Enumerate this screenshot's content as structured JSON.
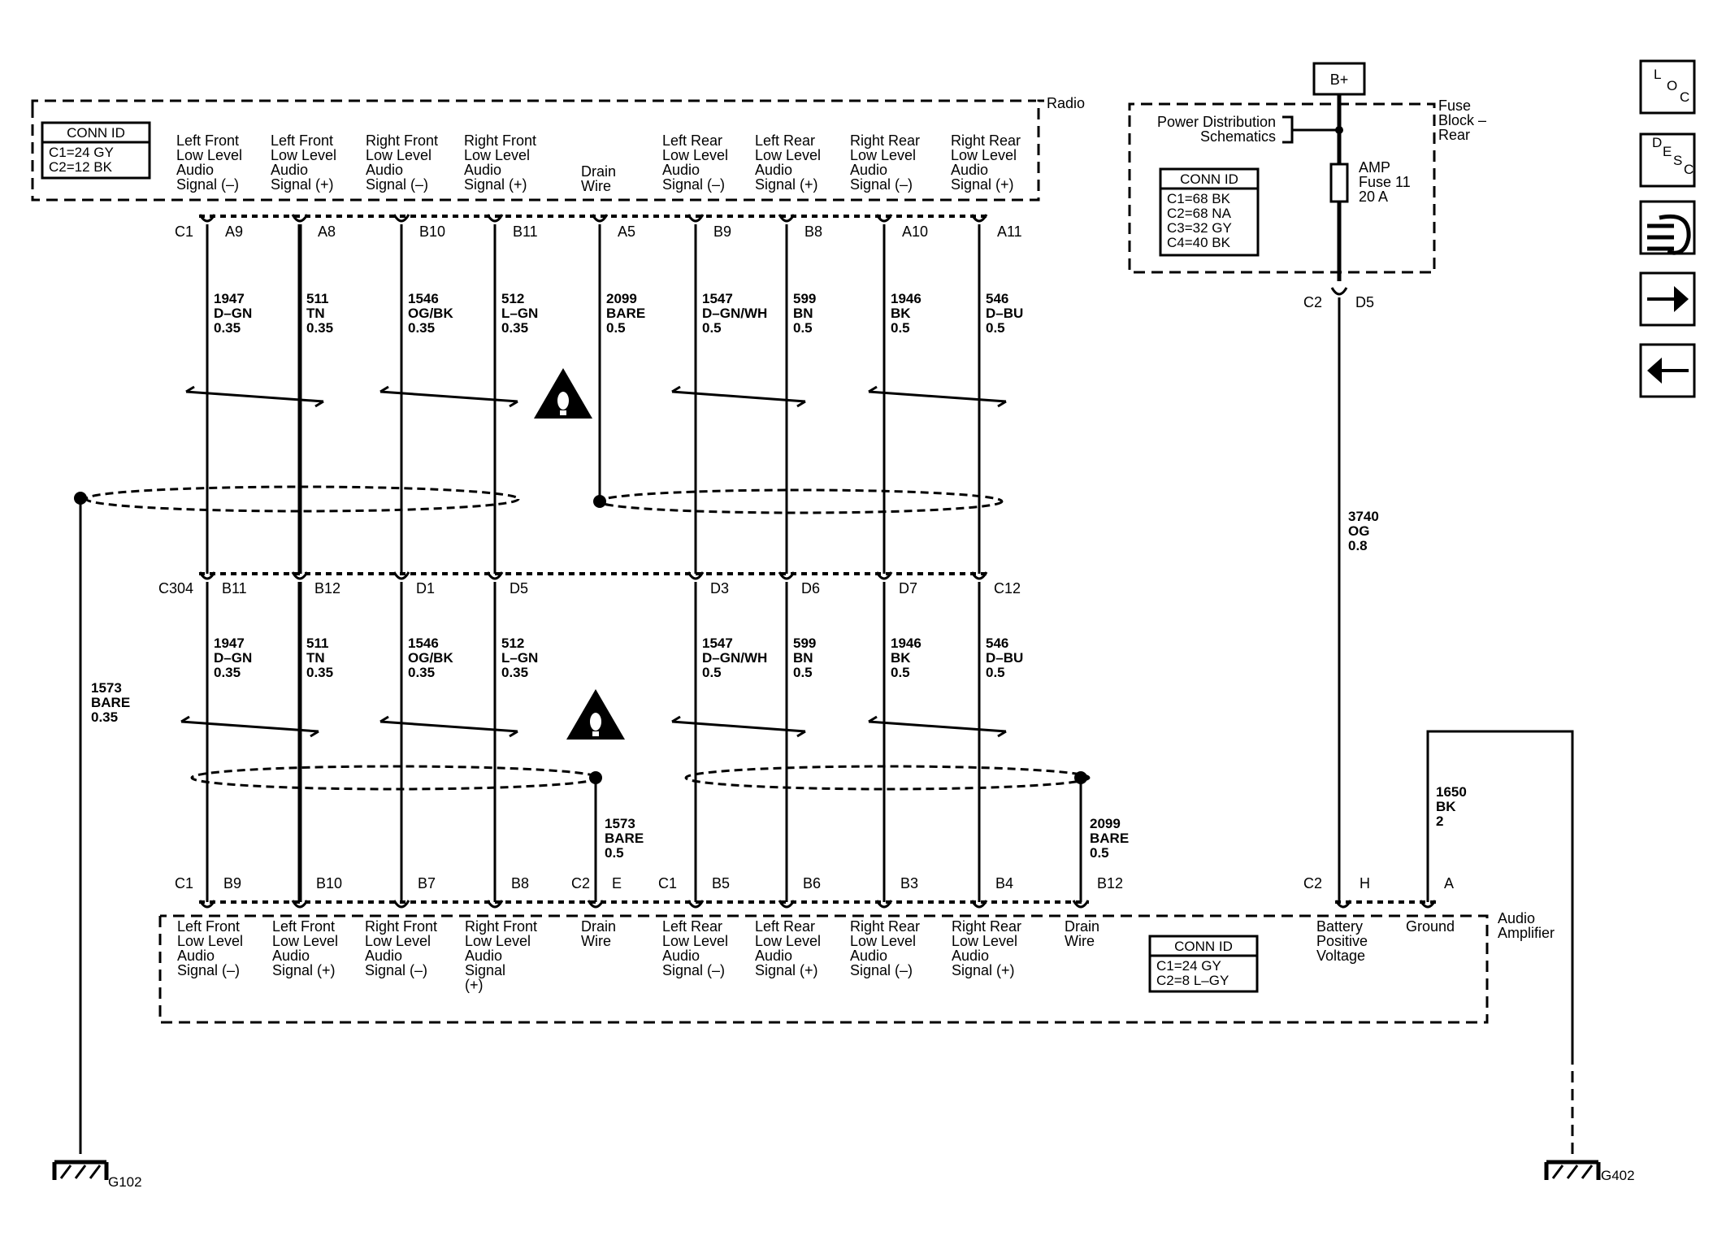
{
  "radio": {
    "title": "Radio",
    "conn_id": {
      "header": "CONN ID",
      "lines": [
        "C1=24 GY",
        "C2=12 BK"
      ]
    },
    "signals": [
      [
        "Left Front",
        "Low Level",
        "Audio",
        "Signal (–)"
      ],
      [
        "Left Front",
        "Low Level",
        "Audio",
        "Signal (+)"
      ],
      [
        "Right Front",
        "Low Level",
        "Audio",
        "Signal (–)"
      ],
      [
        "Right Front",
        "Low Level",
        "Audio",
        "Signal (+)"
      ],
      [
        "Drain",
        "Wire"
      ],
      [
        "Left Rear",
        "Low Level",
        "Audio",
        "Signal (–)"
      ],
      [
        "Left Rear",
        "Low Level",
        "Audio",
        "Signal (+)"
      ],
      [
        "Right Rear",
        "Low Level",
        "Audio",
        "Signal (–)"
      ],
      [
        "Right Rear",
        "Low Level",
        "Audio",
        "Signal (+)"
      ]
    ],
    "connector": "C1",
    "pins": [
      "A9",
      "A8",
      "B10",
      "B11",
      "A5",
      "B9",
      "B8",
      "A10",
      "A11"
    ]
  },
  "wires_upper": [
    [
      "1947",
      "D–GN",
      "0.35"
    ],
    [
      "511",
      "TN",
      "0.35"
    ],
    [
      "1546",
      "OG/BK",
      "0.35"
    ],
    [
      "512",
      "L–GN",
      "0.35"
    ],
    [
      "2099",
      "BARE",
      "0.5"
    ],
    [
      "1547",
      "D–GN/WH",
      "0.5"
    ],
    [
      "599",
      "BN",
      "0.5"
    ],
    [
      "1946",
      "BK",
      "0.5"
    ],
    [
      "546",
      "D–BU",
      "0.5"
    ]
  ],
  "inline_connector": {
    "name": "C304",
    "pins": [
      "B11",
      "B12",
      "D1",
      "D5",
      "D3",
      "D6",
      "D7",
      "C12"
    ]
  },
  "wires_lower": [
    [
      "1947",
      "D–GN",
      "0.35"
    ],
    [
      "511",
      "TN",
      "0.35"
    ],
    [
      "1546",
      "OG/BK",
      "0.35"
    ],
    [
      "512",
      "L–GN",
      "0.35"
    ],
    [
      "1547",
      "D–GN/WH",
      "0.5"
    ],
    [
      "599",
      "BN",
      "0.5"
    ],
    [
      "1946",
      "BK",
      "0.5"
    ],
    [
      "546",
      "D–BU",
      "0.5"
    ]
  ],
  "drain_wires": {
    "ground_left": [
      "1573",
      "BARE",
      "0.35"
    ],
    "amp_left": [
      "1573",
      "BARE",
      "0.5"
    ],
    "amp_right": [
      "2099",
      "BARE",
      "0.5"
    ]
  },
  "amplifier": {
    "title": [
      "Audio",
      "Amplifier"
    ],
    "conn_id": {
      "header": "CONN ID",
      "lines": [
        "C1=24 GY",
        "C2=8 L–GY"
      ]
    },
    "connectors": [
      "C1",
      "C2",
      "C1",
      "C2"
    ],
    "pins": [
      "B9",
      "B10",
      "B7",
      "B8",
      "E",
      "B5",
      "B6",
      "B3",
      "B4",
      "B12",
      "H",
      "A"
    ],
    "signals": [
      [
        "Left Front",
        "Low Level",
        "Audio",
        "Signal (–)"
      ],
      [
        "Left Front",
        "Low Level",
        "Audio",
        "Signal (+)"
      ],
      [
        "Right Front",
        "Low Level",
        "Audio",
        "Signal (–)"
      ],
      [
        "Right Front",
        "Low Level",
        "Audio",
        "Signal",
        "(+)"
      ],
      [
        "Drain",
        "Wire"
      ],
      [
        "Left Rear",
        "Low Level",
        "Audio",
        "Signal (–)"
      ],
      [
        "Left Rear",
        "Low Level",
        "Audio",
        "Signal (+)"
      ],
      [
        "Right Rear",
        "Low Level",
        "Audio",
        "Signal (–)"
      ],
      [
        "Right Rear",
        "Low Level",
        "Audio",
        "Signal (+)"
      ],
      [
        "Drain",
        "Wire"
      ],
      [
        "Battery",
        "Positive",
        "Voltage"
      ],
      [
        "Ground"
      ]
    ]
  },
  "fuse_block": {
    "title": [
      "Fuse",
      "Block –",
      "Rear"
    ],
    "power": "B+",
    "power_dist": [
      "Power Distribution",
      "Schematics"
    ],
    "fuse": [
      "AMP",
      "Fuse 11",
      "20 A"
    ],
    "conn_id": {
      "header": "CONN ID",
      "lines": [
        "C1=68 BK",
        "C2=68 NA",
        "C3=32 GY",
        "C4=40 BK"
      ]
    },
    "connector": "C2",
    "pin": "D5"
  },
  "power_wire": [
    "3740",
    "OG",
    "0.8"
  ],
  "ground_wire": [
    "1650",
    "BK",
    "2"
  ],
  "grounds": [
    "G102",
    "G402"
  ],
  "nav": {
    "loc_letters": [
      "L",
      "O",
      "C"
    ],
    "desc_letters": [
      "D",
      "E",
      "S",
      "C"
    ]
  }
}
